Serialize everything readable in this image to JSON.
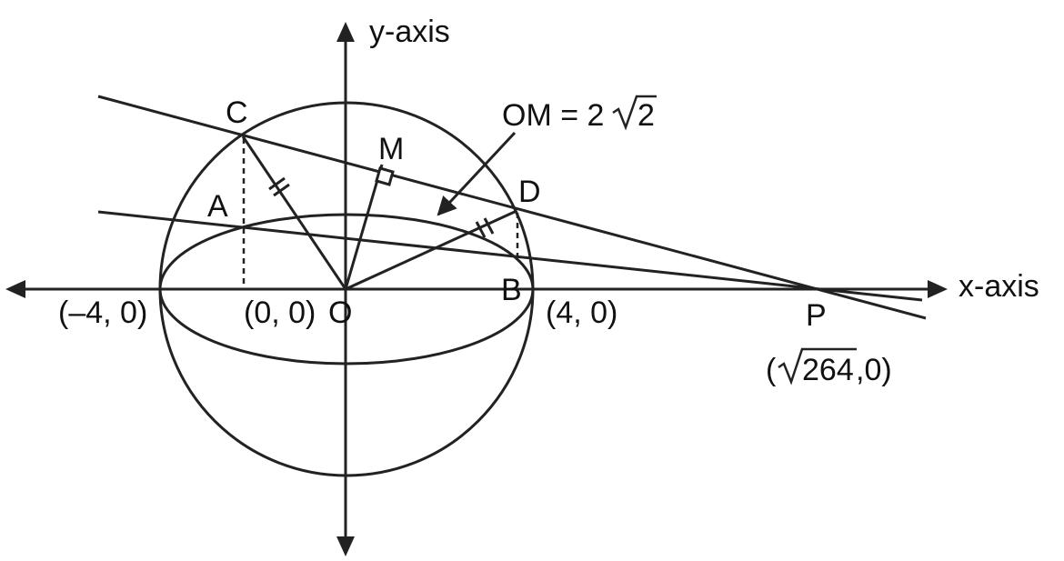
{
  "axes": {
    "y_label": "y-axis",
    "x_label": "x-axis"
  },
  "points": {
    "C": "C",
    "M": "M",
    "D": "D",
    "A": "A",
    "B": "B",
    "O": "O",
    "P": "P"
  },
  "coords": {
    "left": "(–4, 0)",
    "origin": "(0, 0)",
    "right": "(4, 0)",
    "p_open": "(",
    "p_radicand": "264",
    "p_close": ",0)"
  },
  "annotation": {
    "prefix": "OM = 2",
    "radicand": "2"
  },
  "colors": {
    "ink": "#222222",
    "background": "#ffffff"
  }
}
